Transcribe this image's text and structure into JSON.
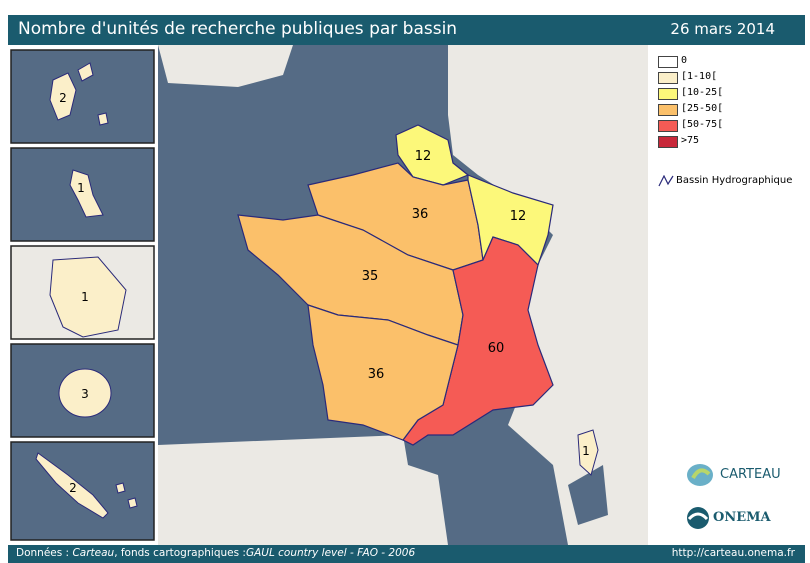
{
  "header": {
    "title": "Nombre d'unités de recherche publiques par bassin",
    "date": "26 mars 2014"
  },
  "legend": {
    "items": [
      {
        "label": "0",
        "color": "#ffffff"
      },
      {
        "label": "[1-10[",
        "color": "#fbefc9"
      },
      {
        "label": "[10-25[",
        "color": "#fcf87a"
      },
      {
        "label": "[25-50[",
        "color": "#fbc06a"
      },
      {
        "label": "[50-75[",
        "color": "#f55b55"
      },
      {
        "label": ">75",
        "color": "#c8283a"
      }
    ],
    "bassin_label": "Bassin Hydrographique"
  },
  "regions": {
    "artois_picardie": "12",
    "seine_normandie": "36",
    "rhin_meuse": "12",
    "loire_bretagne": "35",
    "rhone_mediterranee": "60",
    "adour_garonne": "36",
    "corse": "1"
  },
  "insets": {
    "guadeloupe": "2",
    "martinique": "1",
    "guyane": "1",
    "reunion": "3",
    "nouvelle_caledonie": "2"
  },
  "logos": {
    "carteau": "CARTEAU",
    "onema": "ONEMA"
  },
  "footer": {
    "prefix": "Données : ",
    "source_name": "Carteau",
    "middle": ", fonds cartographiques :",
    "source_detail": "GAUL country level - FAO - 2006",
    "url": "http://carteau.onema.fr"
  },
  "colors": {
    "sea": "#556b85",
    "land": "#ebe9e4",
    "header_bg": "#1a5b6e",
    "border": "#2a2a7a"
  }
}
